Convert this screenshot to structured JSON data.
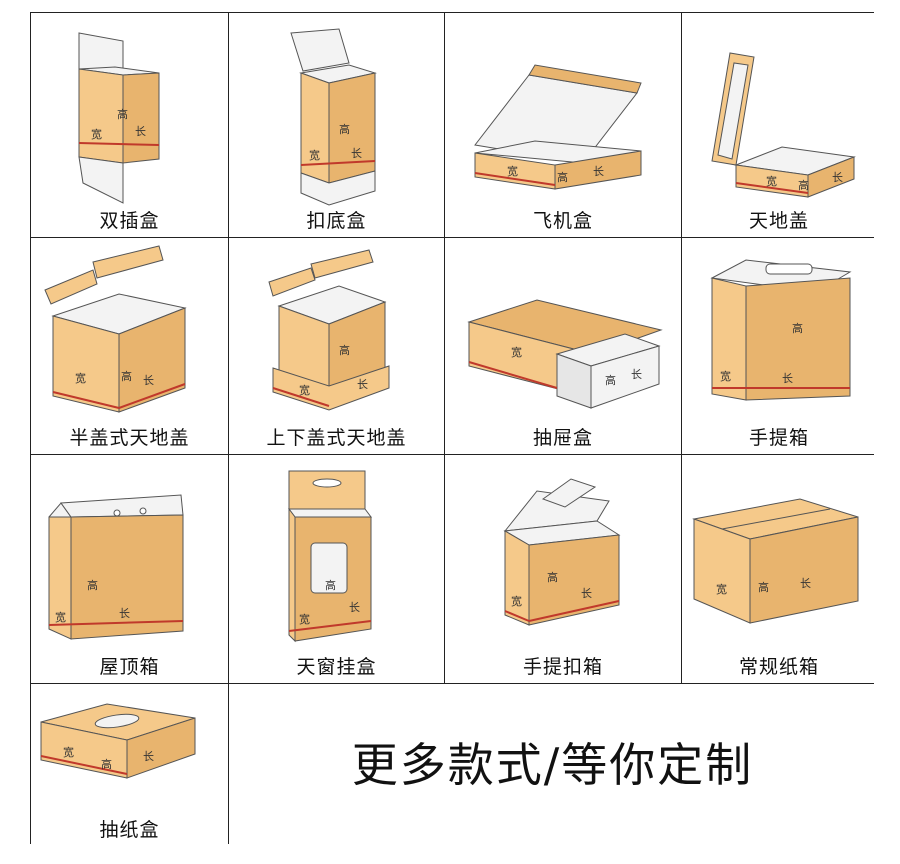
{
  "boxes": [
    {
      "label": "双插盒",
      "icon": "double-tuck-box-icon"
    },
    {
      "label": "扣底盒",
      "icon": "lock-bottom-box-icon"
    },
    {
      "label": "飞机盒",
      "icon": "mailer-box-icon"
    },
    {
      "label": "天地盖",
      "icon": "lid-base-box-icon"
    },
    {
      "label": "半盖式天地盖",
      "icon": "half-lid-box-icon"
    },
    {
      "label": "上下盖式天地盖",
      "icon": "top-bottom-lid-box-icon"
    },
    {
      "label": "抽屉盒",
      "icon": "drawer-box-icon"
    },
    {
      "label": "手提箱",
      "icon": "handle-carton-icon"
    },
    {
      "label": "屋顶箱",
      "icon": "gable-roof-box-icon"
    },
    {
      "label": "天窗挂盒",
      "icon": "window-hanger-box-icon"
    },
    {
      "label": "手提扣箱",
      "icon": "handle-lock-box-icon"
    },
    {
      "label": "常规纸箱",
      "icon": "regular-carton-icon"
    },
    {
      "label": "抽纸盒",
      "icon": "tissue-box-icon"
    }
  ],
  "dimension_labels": {
    "width": "宽",
    "height": "高",
    "length": "长"
  },
  "more_text": "更多款式/等你定制",
  "colors": {
    "kraft": "#f5c98a",
    "kraft_dark": "#e8b46e",
    "inner": "#f3f3f3",
    "edge_line": "#c0392b",
    "outline": "#555555"
  }
}
